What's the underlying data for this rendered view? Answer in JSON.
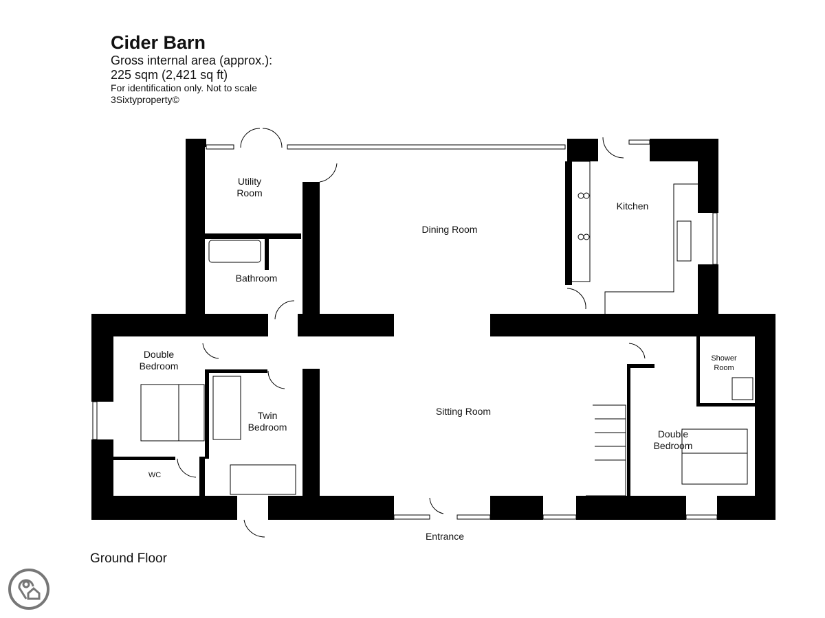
{
  "header": {
    "title": "Cider Barn",
    "area_label": "Gross internal area (approx.):",
    "area_value": "225 sqm (2,421 sq ft)",
    "disclaimer": "For identification only. Not to scale",
    "copyright": "3Sixtyproperty©"
  },
  "floor_label": "Ground Floor",
  "rooms": {
    "utility": [
      "Utility",
      "Room"
    ],
    "dining": "Dining Room",
    "kitchen": "Kitchen",
    "bathroom": "Bathroom",
    "double_bedroom_1": [
      "Double",
      "Bedroom"
    ],
    "twin_bedroom": [
      "Twin",
      "Bedroom"
    ],
    "sitting": "Sitting Room",
    "shower": [
      "Shower",
      "Room"
    ],
    "double_bedroom_2": [
      "Double",
      "Bedroom"
    ],
    "wc": "WC",
    "entrance": "Entrance"
  },
  "colors": {
    "wall": "#000000",
    "logo": "#777777"
  },
  "logo_icon": "location-home-icon"
}
